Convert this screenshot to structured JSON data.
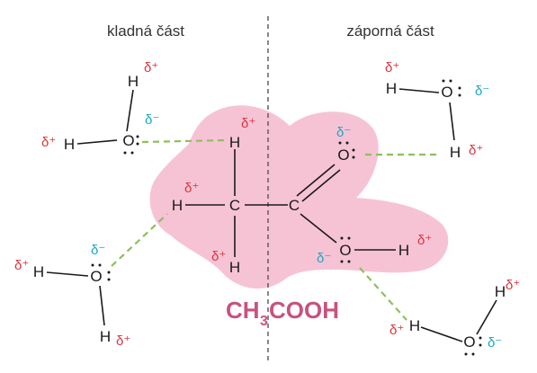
{
  "headers": {
    "left": "kladná část",
    "right": "záporná část"
  },
  "formula": {
    "main": "CH",
    "sub": "3",
    "rest": "COOH"
  },
  "atoms": {
    "H": "H",
    "C": "C",
    "O": "O"
  },
  "charges": {
    "positive": "δ⁺",
    "negative": "δ⁻"
  },
  "colors": {
    "positive": "#e0323c",
    "negative": "#1aa6c8",
    "blob": "#f6c3d5",
    "hydrogen_bond": "#8fbf5a",
    "formula": "#c8527e"
  }
}
